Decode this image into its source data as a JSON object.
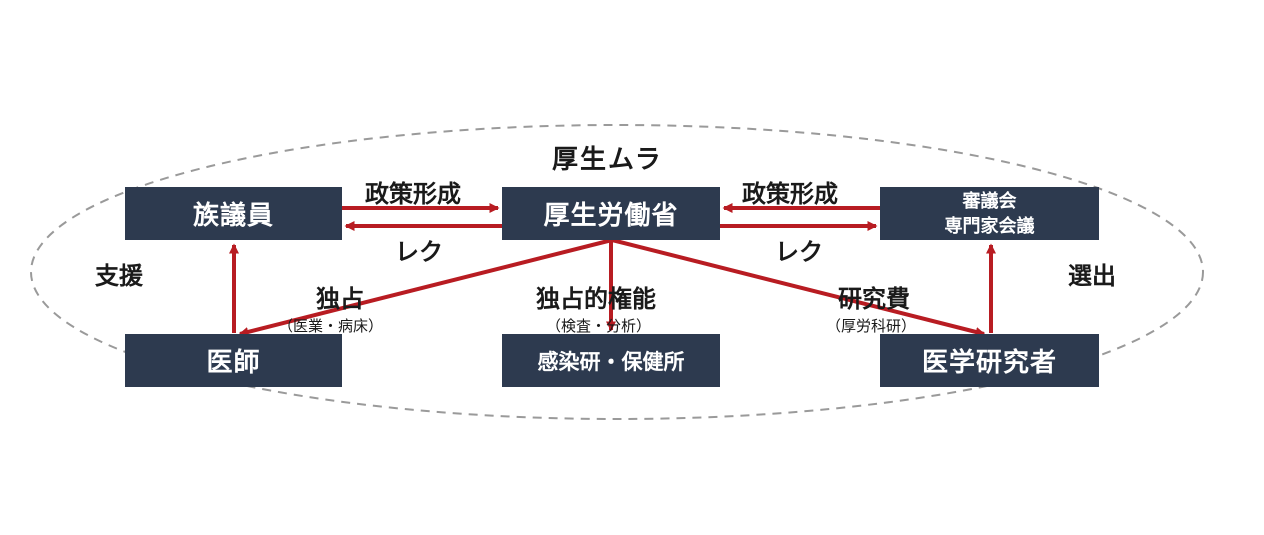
{
  "diagram": {
    "group_label": "厚生ムラ",
    "nodes": {
      "zokugiin": "族議員",
      "kouseiroudoushou": "厚生労働省",
      "shingikai_line1": "審議会",
      "shingikai_line2": "専門家会議",
      "ishi": "医師",
      "kansenken": "感染研・保健所",
      "igaku_kenkyusha": "医学研究者"
    },
    "edges": {
      "seisaku_keisei_left": "政策形成",
      "reku_left": "レク",
      "seisaku_keisei_right": "政策形成",
      "reku_right": "レク",
      "dokusen": "独占",
      "dokusen_sub": "（医業・病床）",
      "dokusen_kennou": "独占的権能",
      "dokusen_kennou_sub": "（検査・分析）",
      "kenkyuhi": "研究費",
      "kenkyuhi_sub": "（厚労科研）",
      "shien": "支援",
      "senshutsu": "選出"
    },
    "colors": {
      "node_fill": "#2d3a4f",
      "arrow": "#b81c22",
      "ellipse_stroke": "#9a9a9a"
    }
  }
}
